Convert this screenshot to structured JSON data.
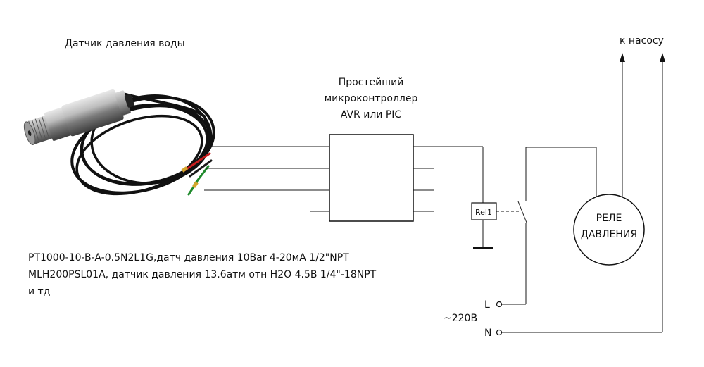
{
  "sensor": {
    "title": "Датчик давления воды",
    "description_lines": [
      "PT1000-10-B-A-0.5N2L1G,датч давления 10Bar 4-20мА 1/2\"NPT",
      "MLH200PSL01A, датчик давления 13.6атм отн H2O 4.5В 1/4\"-18NPT",
      "и тд"
    ]
  },
  "microcontroller": {
    "label_lines": [
      "Простейший",
      "микроконтроллер",
      "AVR или PIC"
    ]
  },
  "relay": {
    "label": "Rel1"
  },
  "pressure_relay": {
    "label_lines": [
      "РЕЛЕ",
      "ДАВЛЕНИЯ"
    ]
  },
  "pump": {
    "label": "к насосу"
  },
  "mains": {
    "line_label": "L",
    "neutral_label": "N",
    "voltage_label": "~220В"
  }
}
